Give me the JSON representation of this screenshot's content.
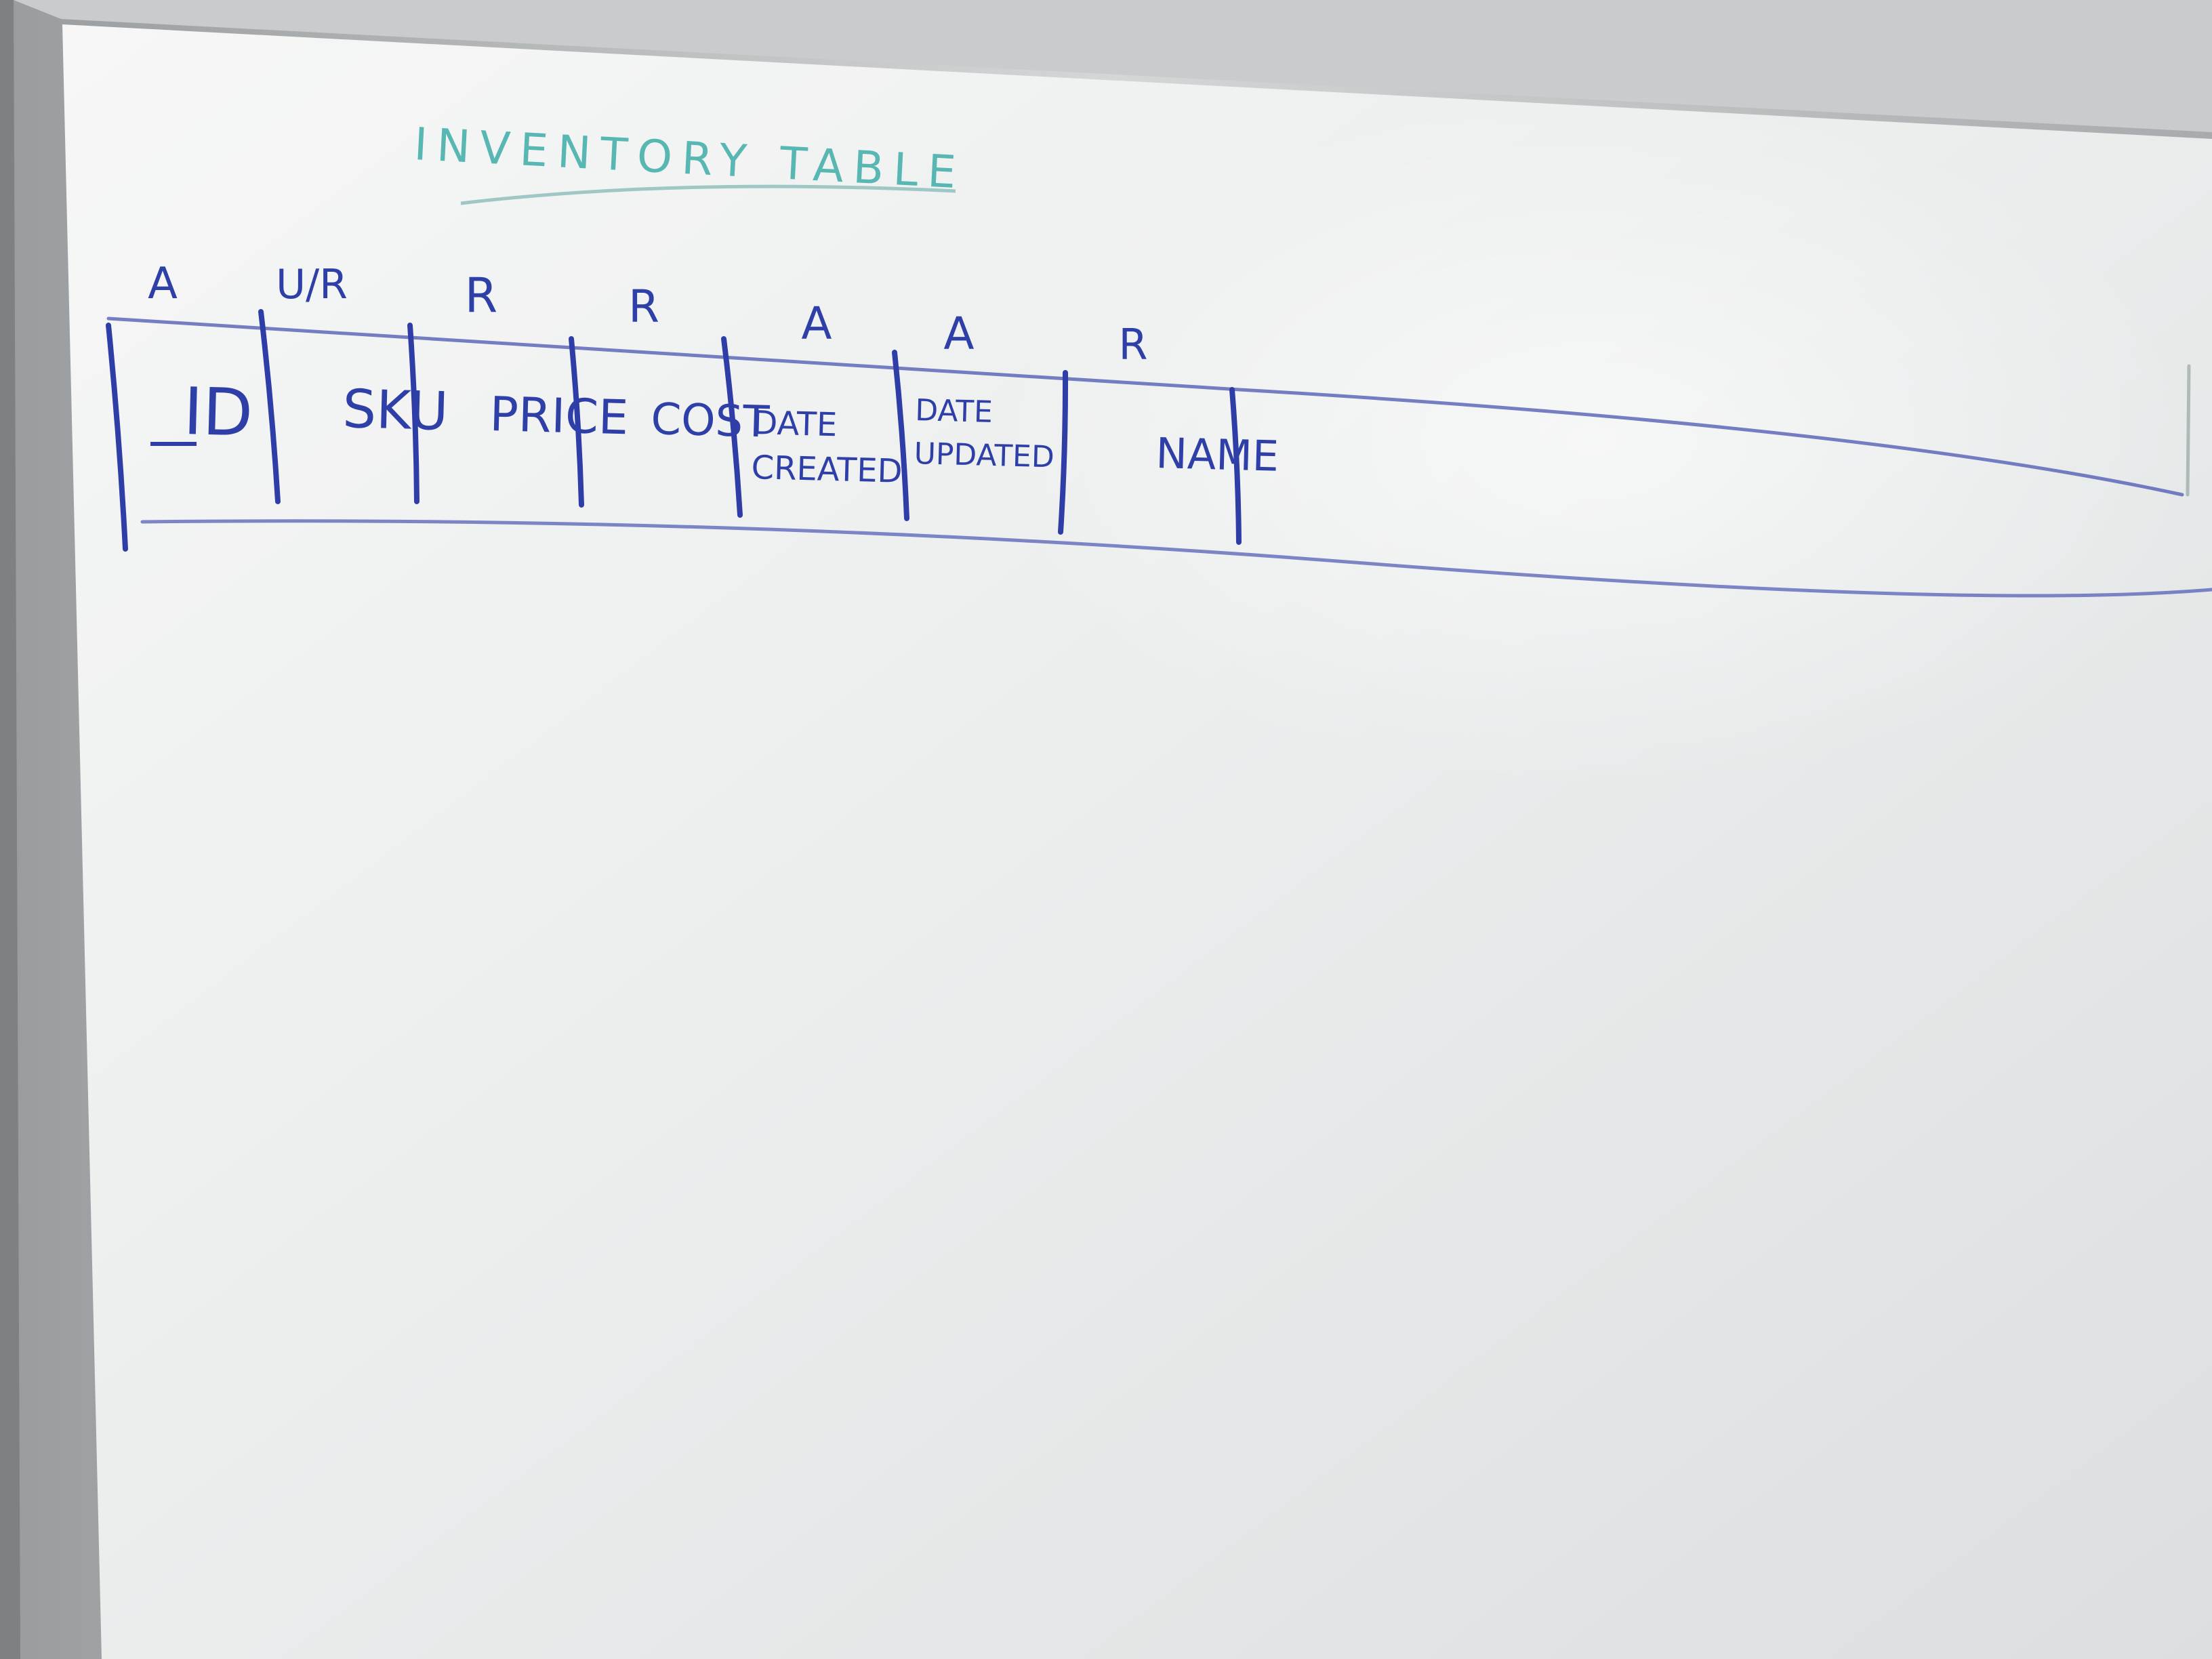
{
  "whiteboard": {
    "title": "INVENTORY TABLE",
    "ink_colors": {
      "title": "#58b7b2",
      "table": "#2f3fa8"
    },
    "table": {
      "columns": [
        {
          "marker": "A",
          "header_lines": [
            "ID"
          ]
        },
        {
          "marker": "U/R",
          "header_lines": [
            "SKU"
          ]
        },
        {
          "marker": "R",
          "header_lines": [
            "PRICE"
          ]
        },
        {
          "marker": "R",
          "header_lines": [
            "COST"
          ]
        },
        {
          "marker": "A",
          "header_lines": [
            "DATE",
            "CREATED"
          ]
        },
        {
          "marker": "A",
          "header_lines": [
            "DATE",
            "UPDATED"
          ]
        },
        {
          "marker": "R",
          "header_lines": [
            "NAME"
          ]
        }
      ]
    }
  }
}
